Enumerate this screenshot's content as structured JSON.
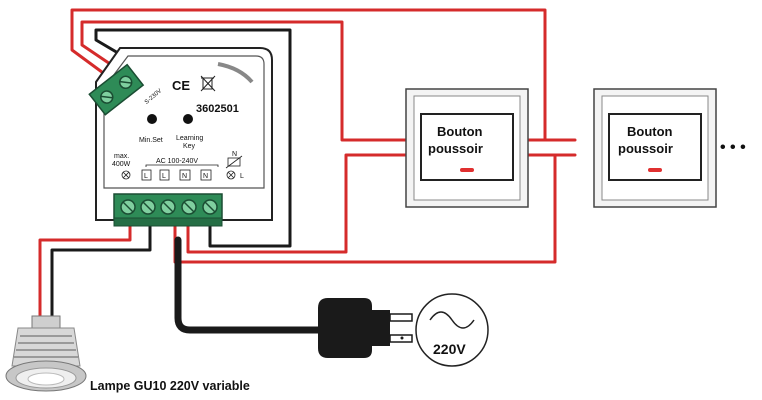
{
  "module": {
    "model": "3602501",
    "ce_mark": "CE",
    "min_set_label": "Min.Set",
    "learning_label_1": "Learning",
    "learning_label_2": "Key",
    "max_label_1": "max.",
    "max_label_2": "400W",
    "ac_label": "AC 100-240V",
    "terminal_labels": [
      "L",
      "L",
      "N",
      "N",
      "L"
    ],
    "switch_input_label": "S-230V",
    "n_label": "N",
    "icons": [
      "ce-mark-icon",
      "weee-bin-icon",
      "lamp-symbol-icon",
      "ground-symbol-icon",
      "potentiometer-icon"
    ]
  },
  "push_buttons": [
    {
      "line1": "Bouton",
      "line2": "poussoir"
    },
    {
      "line1": "Bouton",
      "line2": "poussoir"
    }
  ],
  "ellipsis": "• • •",
  "lamp_label": "Lampe GU10 220V variable",
  "mains_label": "220V",
  "colors": {
    "red_wire": "#d52b2b",
    "black_wire": "#1a1a1a",
    "terminal_green": "#2e8b57",
    "button_indicator": "#e03030"
  }
}
